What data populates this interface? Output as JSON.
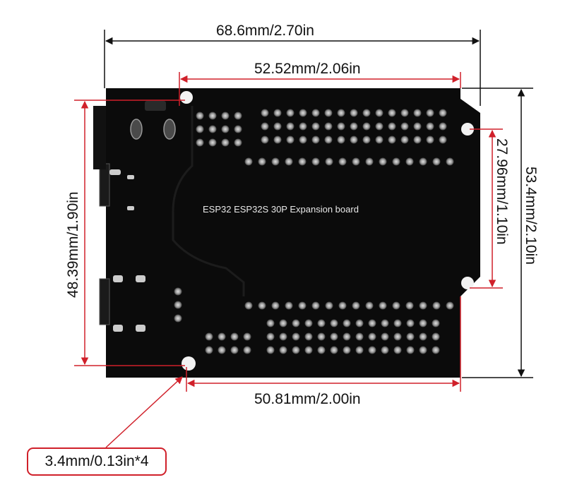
{
  "board": {
    "label": "ESP32 ESP32S 30P Expansion board"
  },
  "dimensions": {
    "overall_width": "68.6mm/2.70in",
    "top_hole_spacing": "52.52mm/2.06in",
    "bottom_hole_spacing": "50.81mm/2.00in",
    "left_hole_spacing": "48.39mm/1.90in",
    "right_hole_spacing": "27.96mm/1.10in",
    "overall_height": "53.4mm/2.10in"
  },
  "callout": {
    "hole_diameter": "3.4mm/0.13in*4"
  },
  "colors": {
    "board": "#0b0b0b",
    "dimension_red": "#d0202a",
    "dimension_black": "#111111",
    "silkscreen": "#e8e8e8"
  }
}
